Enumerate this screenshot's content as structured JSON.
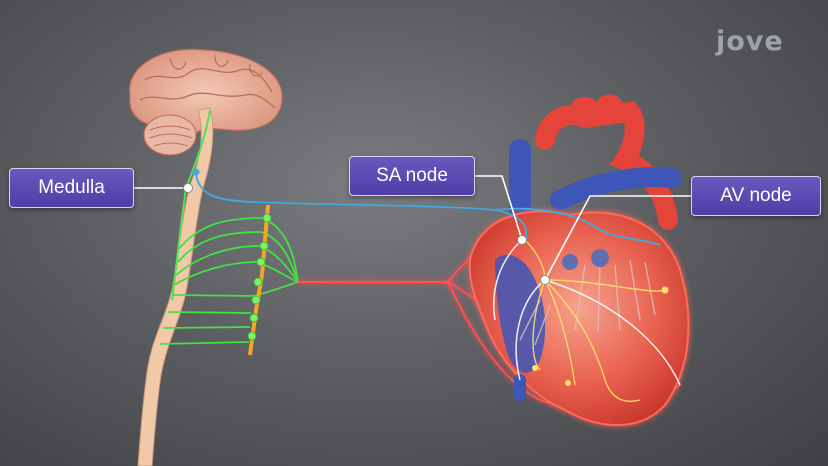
{
  "labels": {
    "medulla": "Medulla",
    "sa_node": "SA node",
    "av_node": "AV node"
  },
  "logo": {
    "text": "jove"
  },
  "colors": {
    "background": "#5c5e62",
    "label_fill": "#5a49b0",
    "vagus_nerve": "#3fa9e0",
    "sympathetic_nerve": "#ff4a4a",
    "ganglia_chain": "#f5a623",
    "spinal_nerves": "#44e044",
    "heart": "#e8453c",
    "vessels": "#3d56b8"
  }
}
